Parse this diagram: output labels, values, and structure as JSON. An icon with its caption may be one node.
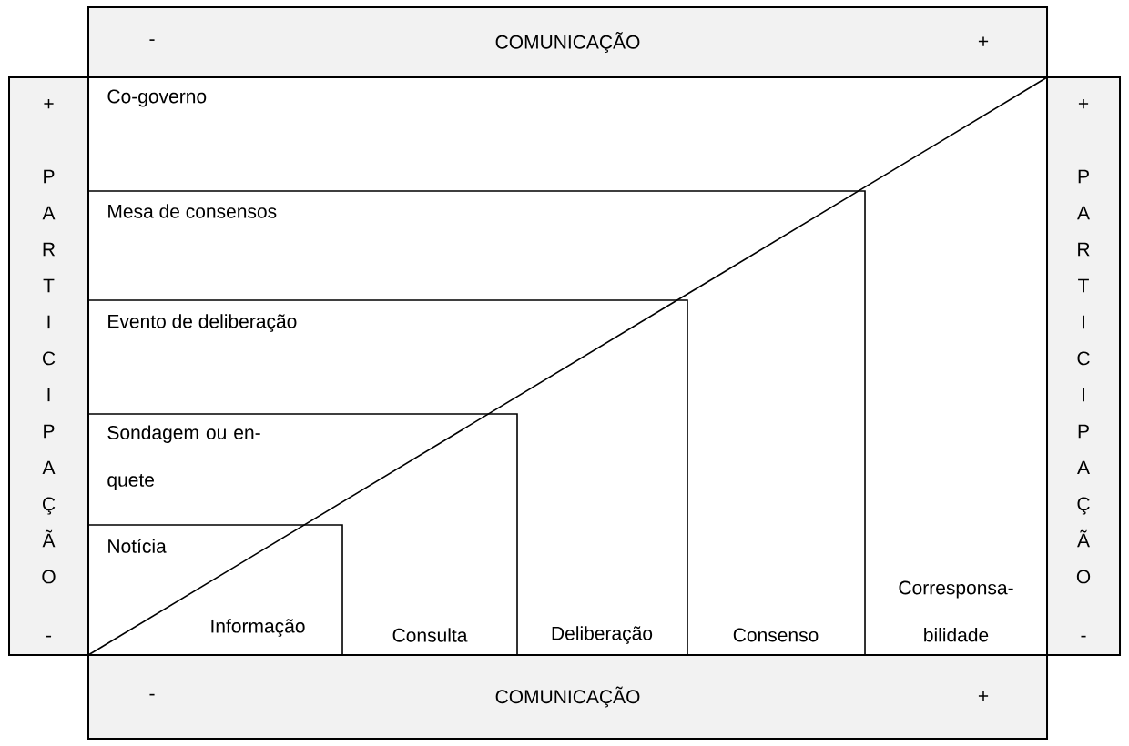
{
  "diagram": {
    "nodes": [
      {
        "text": [
          "-",
          "COMUNICAÇÃO",
          "+"
        ]
      },
      {
        "text": [
          "+",
          "PARTICIPAÇÃO",
          "-"
        ]
      },
      {
        "text": [
          "+",
          "PARTICIPAÇÃO",
          "-"
        ]
      },
      {
        "text": [
          "-",
          "COMUNICAÇÃO",
          "+"
        ]
      }
    ],
    "edges": [],
    "labels": [
      "Co-governo",
      "Mesa de consensos",
      "Evento de deliberação",
      "Sondagem ou en- quete",
      "Notícia",
      "Informação",
      "Consulta",
      "Deliberação",
      "Consenso",
      "Corresponsa- bilidade"
    ]
  }
}
